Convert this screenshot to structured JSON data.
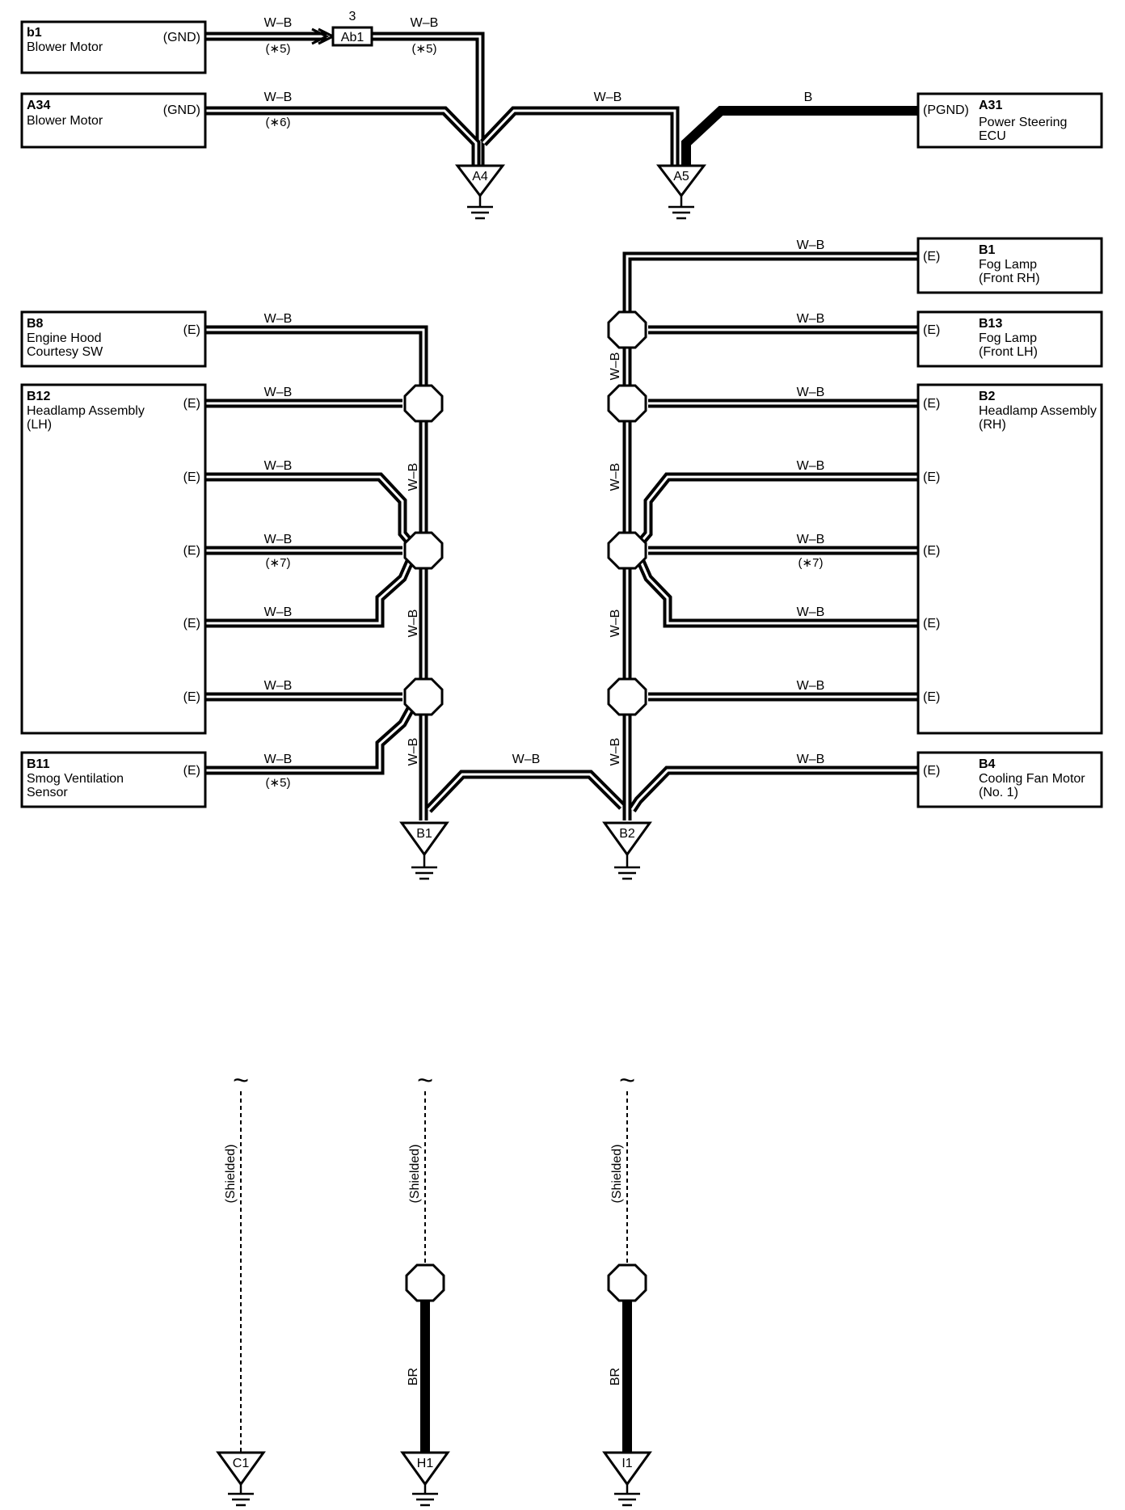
{
  "components": [
    {
      "id": "b1",
      "code": "b1",
      "name": [
        "Blower Motor"
      ],
      "pin": "(GND)"
    },
    {
      "id": "a34",
      "code": "A34",
      "name": [
        "Blower Motor"
      ],
      "pin": "(GND)"
    },
    {
      "id": "a31",
      "code": "A31",
      "name": [
        "Power Steering",
        "ECU"
      ],
      "pin": "(PGND)"
    },
    {
      "id": "b1r",
      "code": "B1",
      "name": [
        "Fog Lamp",
        "(Front RH)"
      ],
      "pin": "(E)"
    },
    {
      "id": "b8",
      "code": "B8",
      "name": [
        "Engine Hood",
        "Courtesy SW"
      ],
      "pin": "(E)"
    },
    {
      "id": "b13",
      "code": "B13",
      "name": [
        "Fog Lamp",
        "(Front LH)"
      ],
      "pin": "(E)"
    },
    {
      "id": "b12",
      "code": "B12",
      "name": [
        "Headlamp Assembly",
        "(LH)"
      ],
      "pins": [
        "(E)",
        "(E)",
        "(E)",
        "(E)",
        "(E)"
      ]
    },
    {
      "id": "b2",
      "code": "B2",
      "name": [
        "Headlamp Assembly",
        "(RH)"
      ],
      "pins": [
        "(E)",
        "(E)",
        "(E)",
        "(E)",
        "(E)"
      ]
    },
    {
      "id": "b11",
      "code": "B11",
      "name": [
        "Smog Ventilation",
        "Sensor"
      ],
      "pin": "(E)"
    },
    {
      "id": "b4",
      "code": "B4",
      "name": [
        "Cooling Fan Motor",
        "(No. 1)"
      ],
      "pin": "(E)"
    }
  ],
  "connector": {
    "label": "Ab1",
    "pin": "3"
  },
  "wire_colors": {
    "wb": "W–B",
    "b": "B",
    "br": "BR"
  },
  "notes": {
    "n5": "(∗5)",
    "n6": "(∗6)",
    "n7": "(∗7)"
  },
  "grounds": [
    "A4",
    "A5",
    "B1",
    "B2",
    "C1",
    "H1",
    "I1"
  ],
  "shielded_label": "(Shielded)",
  "break_mark": "~",
  "colors": {
    "line": "#000000",
    "background": "#ffffff"
  }
}
